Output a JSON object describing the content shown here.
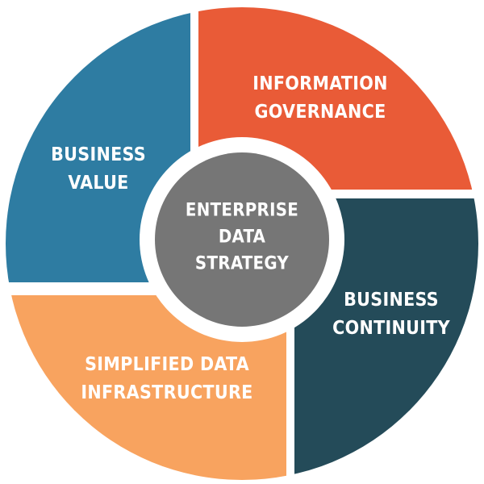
{
  "center": {
    "label": "ENTERPRISE\nDATA\nSTRATEGY",
    "color": "#767676"
  },
  "segments": [
    {
      "label": "BUSINESS\nVALUE",
      "color": "#2e7ca2"
    },
    {
      "label": "INFORMATION\nGOVERNANCE",
      "color": "#e95b37"
    },
    {
      "label": "BUSINESS\nCONTINUITY",
      "color": "#244b59"
    },
    {
      "label": "SIMPLIFIED DATA\nINFRASTRUCTURE",
      "color": "#f8a35f"
    }
  ]
}
